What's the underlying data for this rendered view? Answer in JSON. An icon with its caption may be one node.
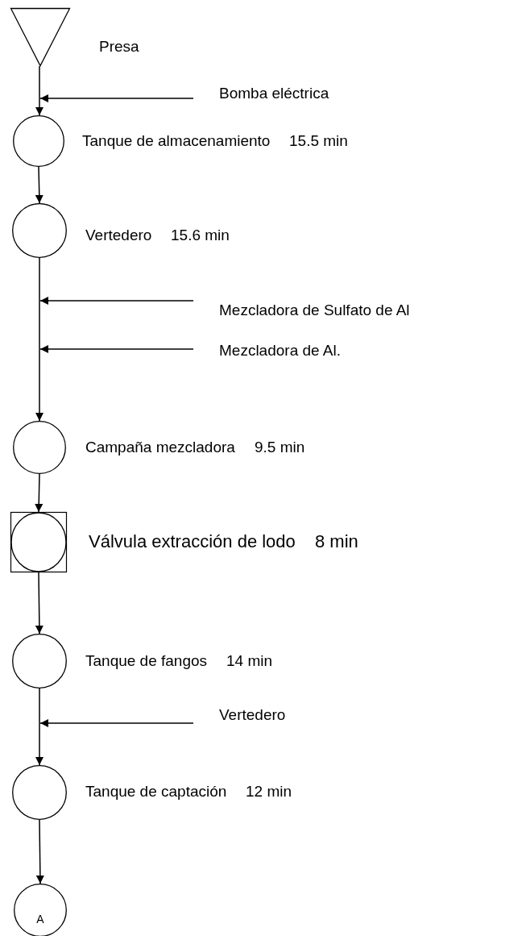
{
  "diagram": {
    "nodes": [
      {
        "text": [],
        "shape": "triangle",
        "beside": [
          "Presa"
        ]
      },
      {
        "text": [
          "Bomba eléctrica"
        ]
      },
      {
        "text": [],
        "shape": "circle",
        "beside": [
          "Tanque de almacenamiento",
          "15.5 min"
        ]
      },
      {
        "text": [],
        "shape": "circle",
        "beside": [
          "Vertedero",
          "15.6 min"
        ]
      },
      {
        "text": [
          "Mezcladora de Sulfato de Al"
        ]
      },
      {
        "text": [
          "Mezcladora de Al."
        ]
      },
      {
        "text": [],
        "shape": "circle",
        "beside": [
          "Campaña mezcladora",
          "9.5 min"
        ]
      },
      {
        "text": [],
        "shape": "box",
        "beside": [
          "Válvula extracción de lodo",
          "8 min"
        ]
      },
      {
        "text": [],
        "shape": "circle",
        "beside": [
          "Tanque de fangos",
          "14 min"
        ]
      },
      {
        "text": [
          "Vertedero"
        ]
      },
      {
        "text": [],
        "shape": "circle",
        "beside": [
          "Tanque de captación",
          "12 min"
        ]
      },
      {
        "text": [
          "A"
        ]
      }
    ],
    "edges": [
      {
        "from": 0,
        "to": 2,
        "arrow": "to"
      },
      {
        "from": 1,
        "to": 2,
        "arrow": "to"
      },
      {
        "from": 2,
        "to": 3,
        "arrow": "to"
      },
      {
        "from": 3,
        "to": 6,
        "arrow": "to"
      },
      {
        "from": 4,
        "to": null,
        "arrow": "to"
      },
      {
        "from": 5,
        "to": null,
        "arrow": "to"
      },
      {
        "from": 6,
        "to": 7,
        "arrow": "to"
      },
      {
        "from": 7,
        "to": 8,
        "arrow": "to"
      },
      {
        "from": 8,
        "to": 10,
        "arrow": "to"
      },
      {
        "from": 9,
        "to": null,
        "arrow": "to"
      },
      {
        "from": 10,
        "to": 11,
        "arrow": "to"
      }
    ]
  }
}
